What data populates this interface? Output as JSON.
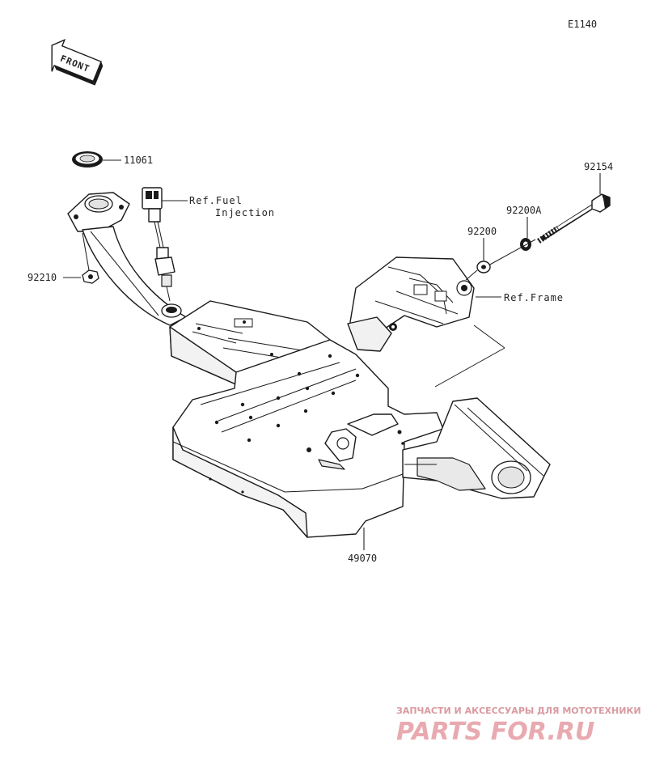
{
  "diagram_code": "E1140",
  "front_label": "FRONT",
  "parts": {
    "p11061": "11061",
    "p92210": "92210",
    "p92154": "92154",
    "p92200A": "92200A",
    "p92200": "92200",
    "p49070": "49070"
  },
  "refs": {
    "fuel_line1": "Ref.Fuel",
    "fuel_line2": "Injection",
    "frame": "Ref.Frame"
  },
  "watermark": {
    "caption": "ЗАПЧАСТИ И АКСЕССУАРЫ ДЛЯ МОТОТЕХНИКИ",
    "brand": "PARTS FOR.RU"
  }
}
